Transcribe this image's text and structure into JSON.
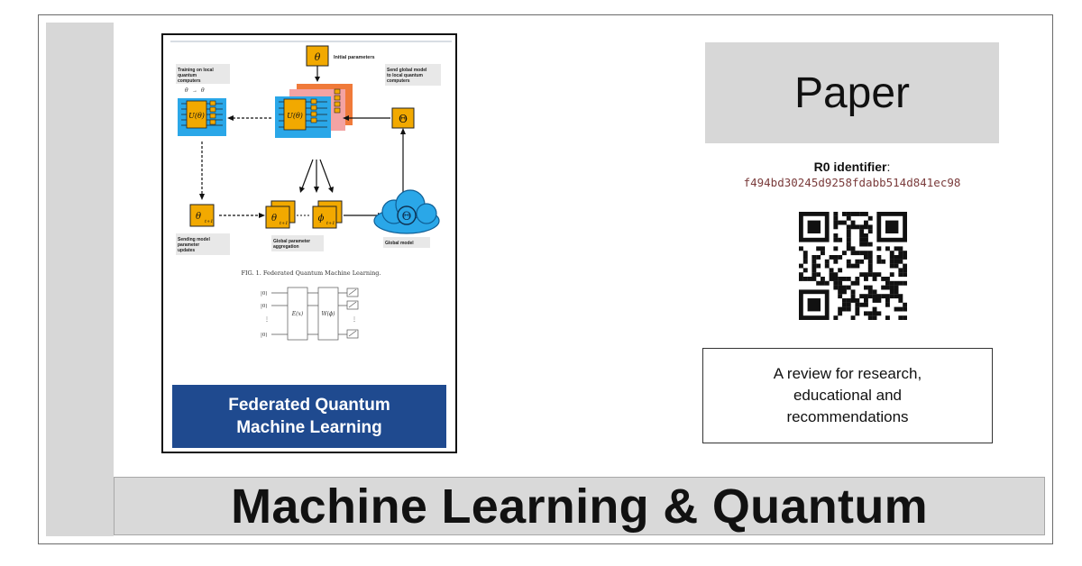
{
  "cover": {
    "title_line1": "Federated Quantum",
    "title_line2": "Machine Learning",
    "figure": {
      "initial_parameters": "Initial parameters",
      "theta": "θ",
      "training_line1": "Training on local",
      "training_line2": "quantum",
      "training_line3": "computers",
      "update_rule": "θ",
      "send_global_line1": "Send global model",
      "send_global_line2": "to local quantum",
      "send_global_line3": "computers",
      "u_theta": "U(θ)",
      "capital_theta": "Θ",
      "theta_t1": "θ",
      "phi_t1": "ϕ",
      "subscript": "t+1",
      "sending_line1": "Sending model",
      "sending_line2": "parameter",
      "sending_line3": "updates",
      "aggregation_line1": "Global parameter",
      "aggregation_line2": "aggregation",
      "global_model": "Global model",
      "caption": "FIG. 1. Federated Quantum Machine Learning.",
      "circuit_ket": "|0⟩",
      "circuit_E": "E(x)",
      "circuit_W": "W(ϕ)"
    }
  },
  "right": {
    "paper_label": "Paper",
    "rid_label": "R0 identifier",
    "rid_value": "f494bd30245d9258fdabb514d841ec98",
    "review_line1": "A review for research,",
    "review_line2": "educational and",
    "review_line3": "recommendations"
  },
  "banner": {
    "text": "Machine Learning & Quantum"
  },
  "colors": {
    "cover_title_bg": "#1f4a8f",
    "figure_yellow": "#f2a900",
    "figure_blue": "#2aa7e8",
    "figure_pink": "#f3a3a3",
    "figure_orange": "#f07a3a"
  }
}
